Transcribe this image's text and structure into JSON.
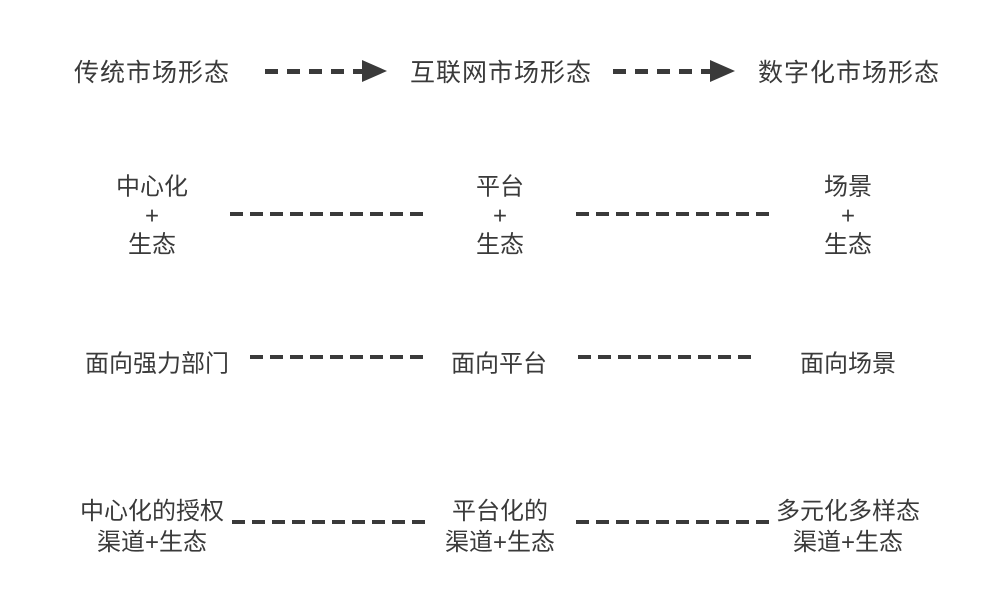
{
  "diagram": {
    "title_hint": "market-form-evolution-diagram",
    "colors": {
      "background": "#ffffff",
      "ink": "#3a3a3a"
    },
    "header": {
      "stage1": "传统市场形态",
      "stage2": "互联网市场形态",
      "stage3": "数字化市场形态"
    },
    "row_structure": {
      "col1": {
        "line1": "中心化",
        "line2": "+",
        "line3": "生态"
      },
      "col2": {
        "line1": "平台",
        "line2": "+",
        "line3": "生态"
      },
      "col3": {
        "line1": "场景",
        "line2": "+",
        "line3": "生态"
      }
    },
    "row_orientation": {
      "col1": "面向强力部门",
      "col2": "面向平台",
      "col3": "面向场景"
    },
    "row_channel": {
      "col1": {
        "line1": "中心化的授权",
        "line2": "渠道+生态"
      },
      "col2": {
        "line1": "平台化的",
        "line2": "渠道+生态"
      },
      "col3": {
        "line1": "多元化多样态",
        "line2": "渠道+生态"
      }
    }
  }
}
